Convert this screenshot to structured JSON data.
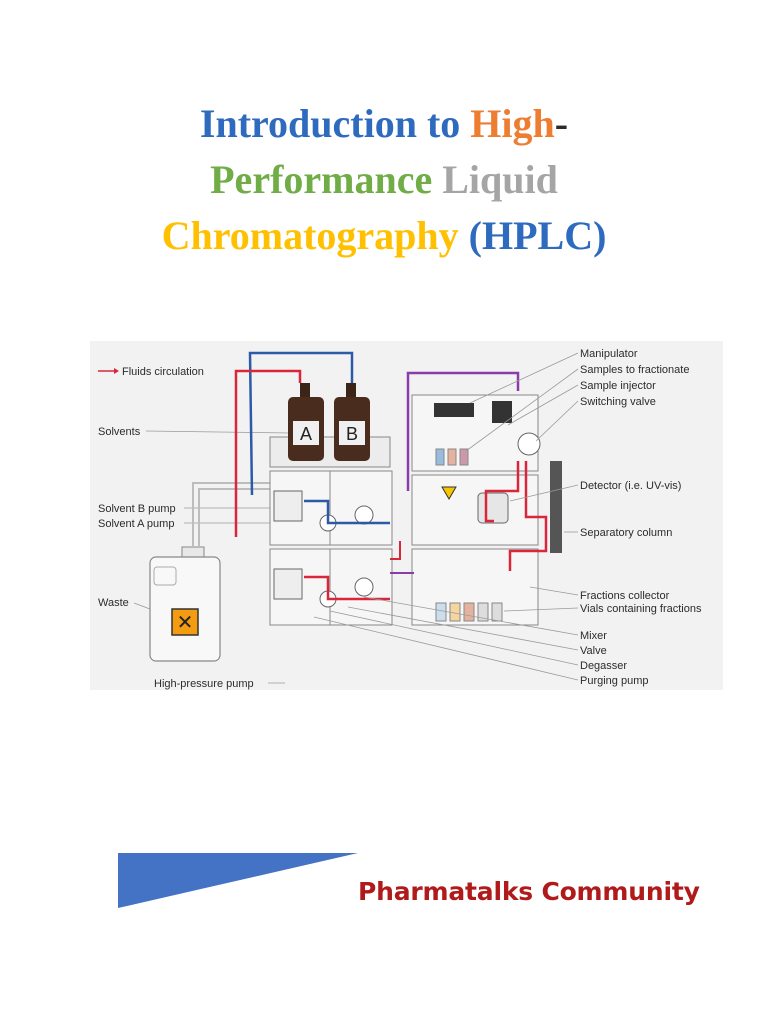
{
  "title": {
    "line1": [
      {
        "text": "Introduction to ",
        "color": "#2e6bbf"
      },
      {
        "text": "High",
        "color": "#ed7d31"
      },
      {
        "text": "-",
        "color": "#2b2b2b"
      }
    ],
    "line2": [
      {
        "text": "Performance ",
        "color": "#70ad47"
      },
      {
        "text": "Liquid",
        "color": "#a5a5a5"
      }
    ],
    "line3": [
      {
        "text": "Chromatography ",
        "color": "#ffc000"
      },
      {
        "text": "(HPLC)",
        "color": "#2e6bbf"
      }
    ]
  },
  "diagram": {
    "legend": "Fluids circulation",
    "bottles": [
      "A",
      "B"
    ],
    "left_labels": {
      "solvents": "Solvents",
      "solvent_b_pump": "Solvent B pump",
      "solvent_a_pump": "Solvent A pump",
      "waste": "Waste",
      "high_pressure_pump": "High-pressure pump"
    },
    "right_labels": {
      "manipulator": "Manipulator",
      "samples": "Samples to fractionate",
      "injector": "Sample injector",
      "switching_valve": "Switching valve",
      "detector": "Detector (i.e. UV-vis)",
      "column": "Separatory column",
      "collector": "Fractions collector",
      "vials": "Vials containing fractions",
      "mixer": "Mixer",
      "valve": "Valve",
      "degasser": "Degasser",
      "purging_pump": "Purging pump"
    },
    "colors": {
      "red": "#d9263a",
      "blue": "#2c5aa6",
      "purple": "#8a3da8",
      "background": "#f2f2f2"
    }
  },
  "footer": {
    "brand": "Pharmatalks Community",
    "accent": "#4472c4",
    "brand_color": "#b11a1a"
  }
}
